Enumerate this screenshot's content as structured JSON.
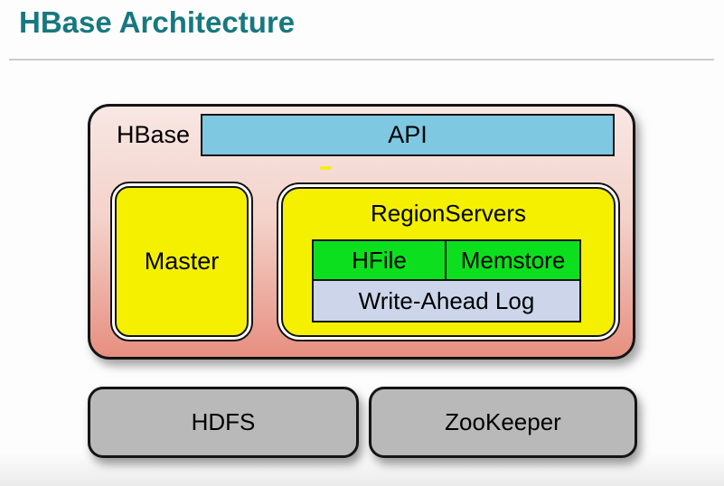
{
  "header": {
    "title": "HBase Architecture"
  },
  "diagram": {
    "hbase": {
      "label": "HBase"
    },
    "api": {
      "label": "API"
    },
    "master": {
      "label": "Master"
    },
    "region_servers": {
      "label": "RegionServers",
      "hfile": "HFile",
      "memstore": "Memstore",
      "wal": "Write-Ahead Log"
    },
    "hdfs": {
      "label": "HDFS"
    },
    "zookeeper": {
      "label": "ZooKeeper"
    },
    "colors": {
      "title-teal": "#17787f",
      "api-blue": "#7ec8e1",
      "component-yellow": "#f4f000",
      "cell-green": "#0ce01e",
      "wal-lavender": "#ccd5ea",
      "infra-gray": "#b9b9b9",
      "pink-top": "#f8e7e3",
      "pink-bottom": "#e78f80"
    }
  }
}
